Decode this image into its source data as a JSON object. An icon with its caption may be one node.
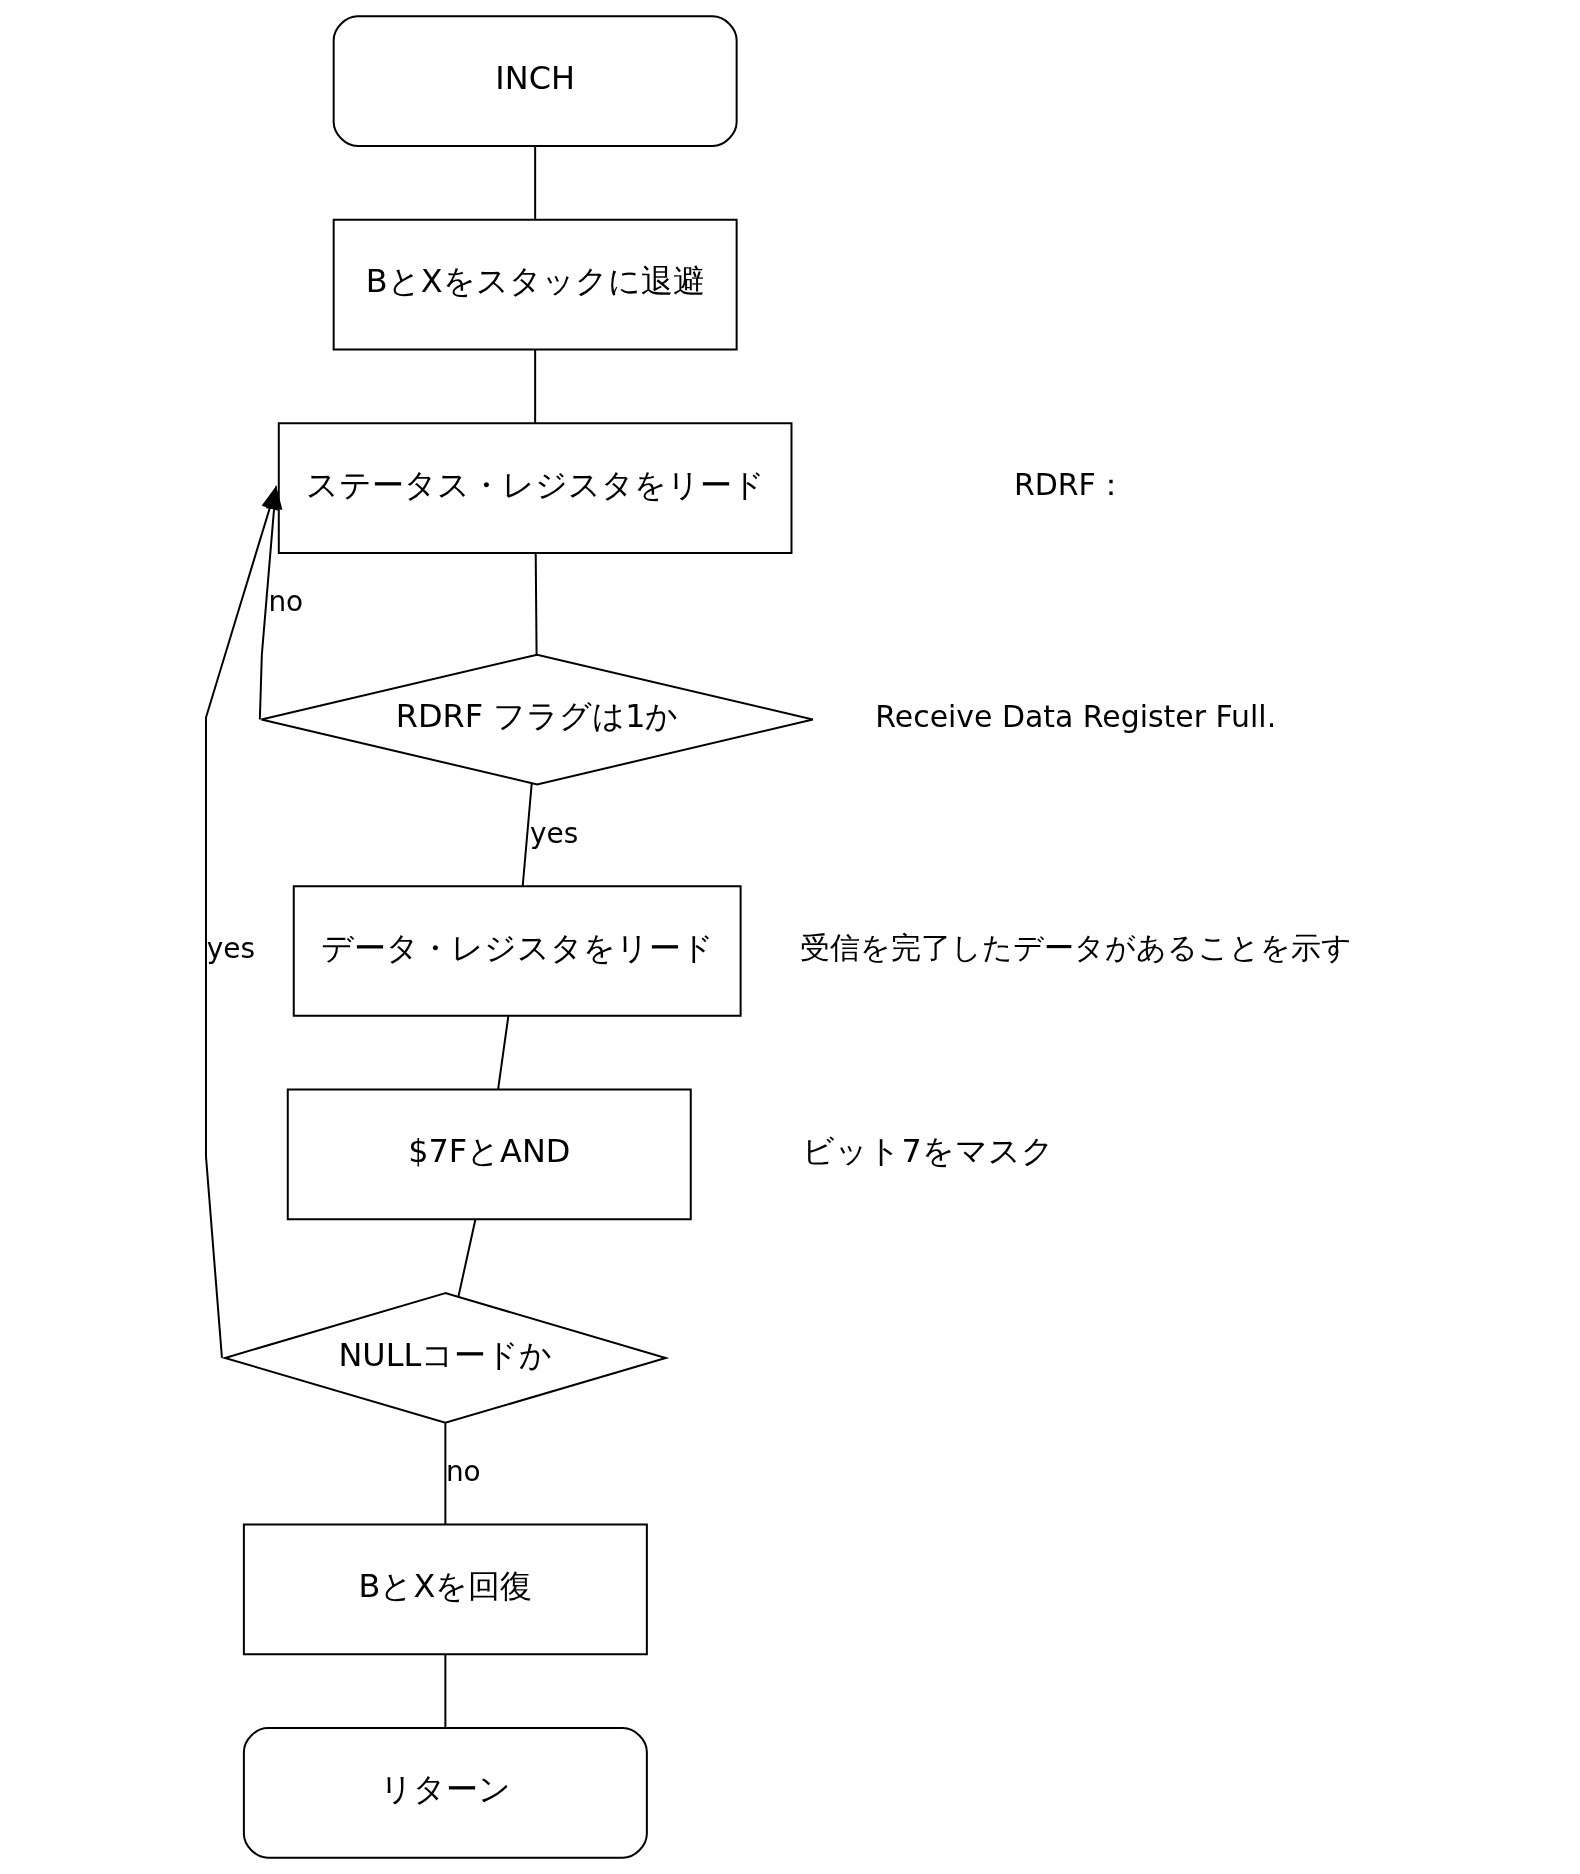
{
  "diagram": {
    "nodes": [
      {
        "text": [
          "INCH"
        ]
      },
      {
        "text": [
          "BとXをスタックに退避"
        ]
      },
      {
        "text": [
          "ステータス・レジスタをリード"
        ]
      },
      {
        "text": [
          "RDRF フラグは1か"
        ]
      },
      {
        "text": [
          "データ・レジスタをリード"
        ]
      },
      {
        "text": [
          "$7FとAND"
        ],
        "beside": [
          "ビット7をマスク"
        ]
      },
      {
        "text": [
          "NULLコードか"
        ]
      },
      {
        "text": [
          "BとXを回復"
        ]
      },
      {
        "text": [
          "リターン"
        ]
      }
    ],
    "edges": [
      {
        "from": 0,
        "to": 1,
        "arrow": "none"
      },
      {
        "from": 1,
        "to": 2,
        "arrow": "none"
      },
      {
        "from": 2,
        "to": 3,
        "arrow": "none"
      },
      {
        "from": 3,
        "to": 2,
        "arrow": "to",
        "label": "no"
      },
      {
        "from": 3,
        "to": 4,
        "arrow": "none",
        "label": "yes"
      },
      {
        "from": 4,
        "to": 5,
        "arrow": "none"
      },
      {
        "from": 5,
        "to": 6,
        "arrow": "none"
      },
      {
        "from": 6,
        "to": 2,
        "arrow": "to",
        "label": "yes"
      },
      {
        "from": 6,
        "to": 7,
        "arrow": "none",
        "label": "no"
      },
      {
        "from": 7,
        "to": 8,
        "arrow": "none"
      }
    ],
    "labels": [
      "RDRF：",
      "Receive Data Register Full.",
      "受信を完了したデータがあることを示す"
    ]
  }
}
